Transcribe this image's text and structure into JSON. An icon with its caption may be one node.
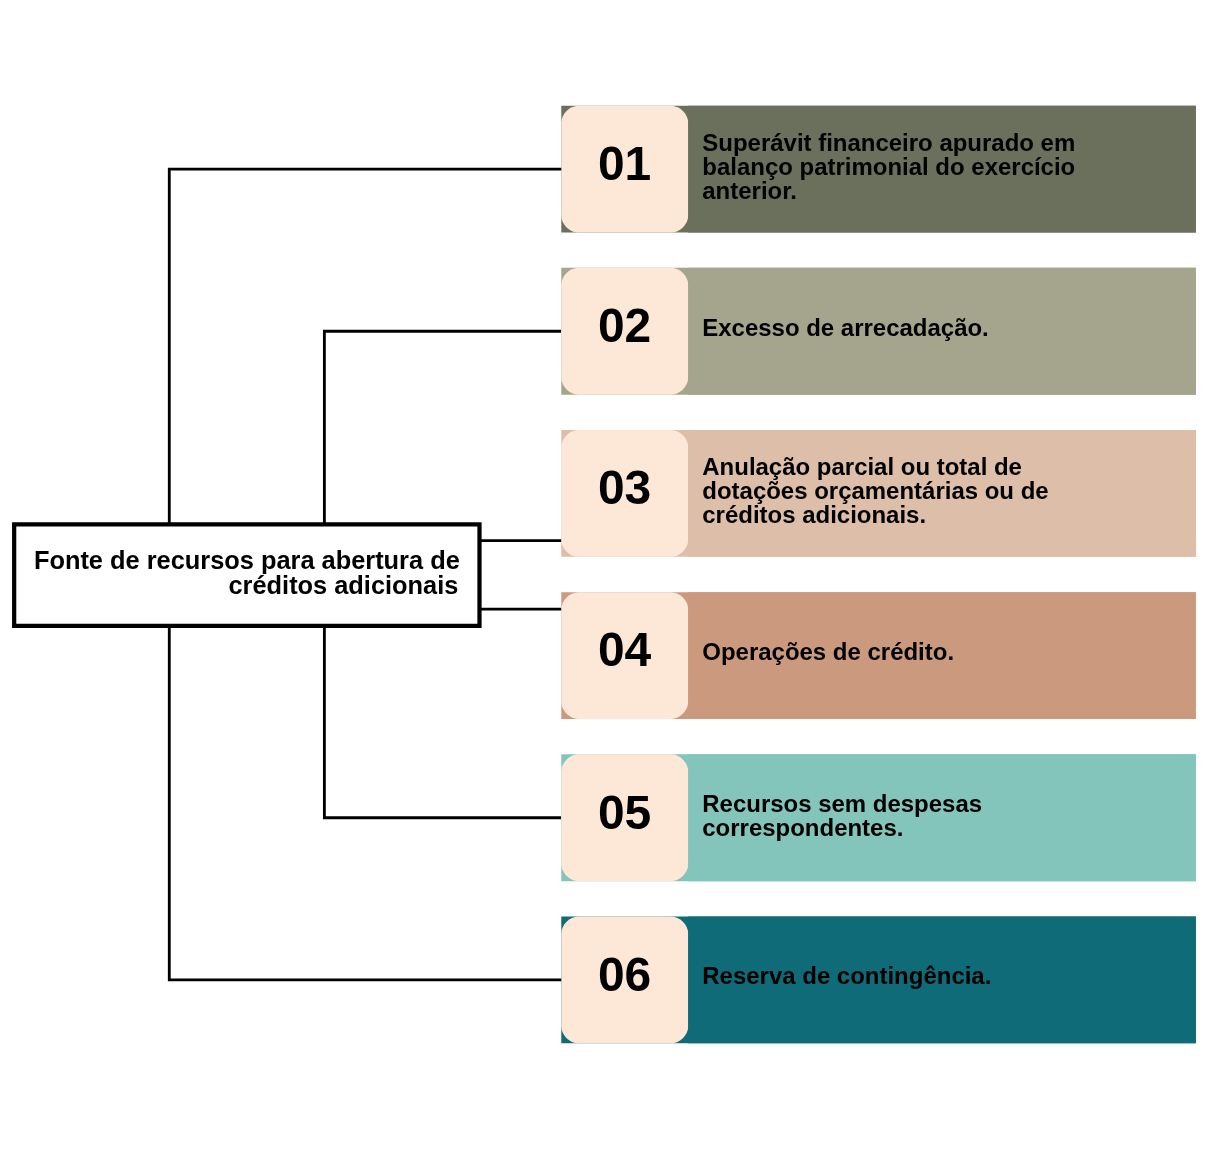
{
  "diagram": {
    "nodes": [
      {
        "text": [
          "Fonte de recursos para abertura de créditos adicionais"
        ]
      },
      {
        "text": [
          "01",
          "Superávit financeiro apurado em balanço patrimonial do exercício anterior."
        ]
      },
      {
        "text": [
          "02",
          "Excesso de arrecadação."
        ]
      },
      {
        "text": [
          "03",
          "Anulação parcial ou total de dotações orçamentárias ou de créditos adicionais."
        ]
      },
      {
        "text": [
          "04",
          "Operações de crédito."
        ]
      },
      {
        "text": [
          "05",
          "Recursos sem despesas correspondentes."
        ]
      },
      {
        "text": [
          "06",
          "Reserva de contingência."
        ]
      }
    ],
    "edges": [
      {
        "from": 0,
        "to": 1,
        "arrow": "none"
      },
      {
        "from": 0,
        "to": 2,
        "arrow": "none"
      },
      {
        "from": 0,
        "to": 3,
        "arrow": "none"
      },
      {
        "from": 0,
        "to": 4,
        "arrow": "none"
      },
      {
        "from": 0,
        "to": 5,
        "arrow": "none"
      },
      {
        "from": 0,
        "to": 6,
        "arrow": "none"
      }
    ]
  }
}
